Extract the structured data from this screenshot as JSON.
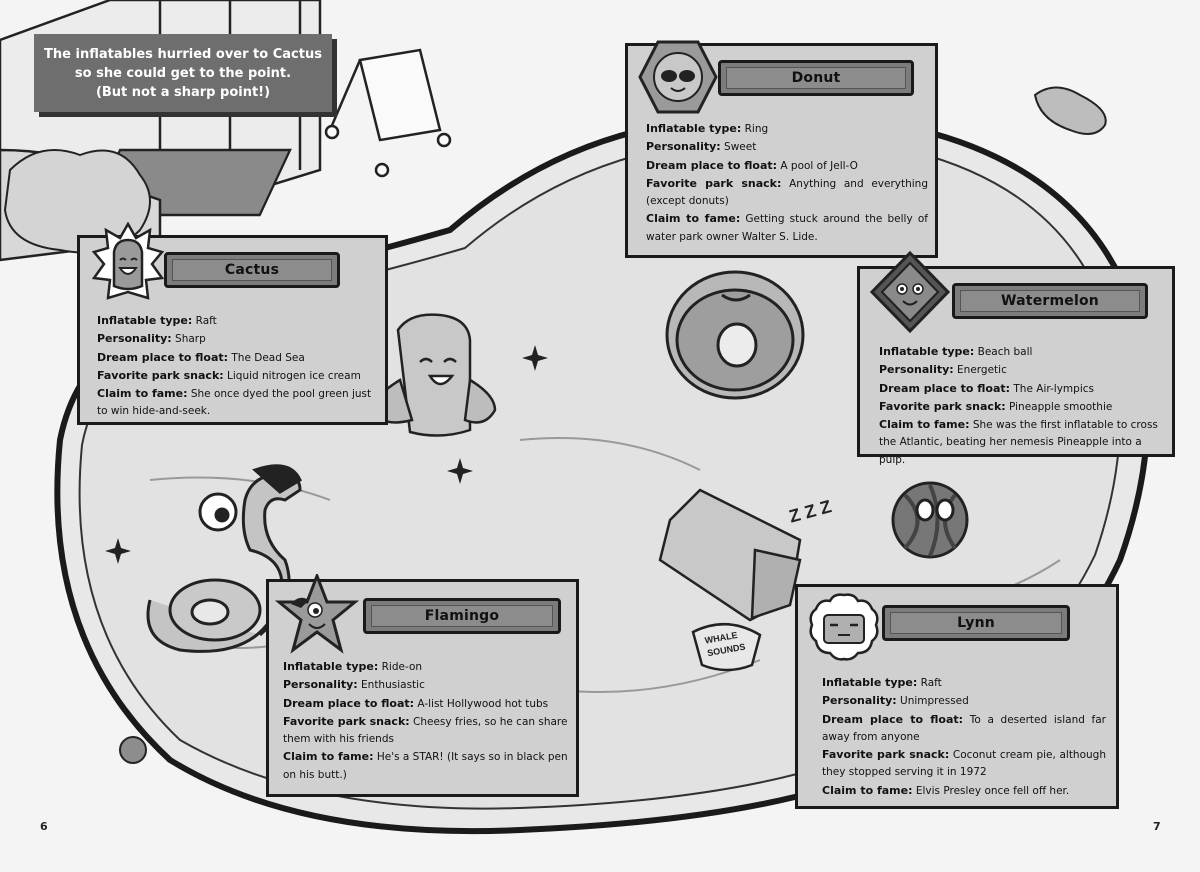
{
  "caption": {
    "line1": "The inflatables hurried over to Cactus",
    "line2": "so she could get to the point.",
    "line3": "(But not a sharp point!)"
  },
  "labels": {
    "type": "Inflatable type:",
    "personality": "Personality:",
    "dream": "Dream place to float:",
    "snack": "Favorite park snack:",
    "fame": "Claim to fame:"
  },
  "cards": {
    "cactus": {
      "name": "Cactus",
      "type": "Raft",
      "personality": "Sharp",
      "dream": "The Dead Sea",
      "snack": "Liquid nitrogen ice cream",
      "fame": "She once dyed the pool green just to win hide-and-seek."
    },
    "donut": {
      "name": "Donut",
      "type": "Ring",
      "personality": "Sweet",
      "dream": "A pool of Jell-O",
      "snack": "Anything and everything (except donuts)",
      "fame": "Getting stuck around the belly of water park owner Walter S. Lide."
    },
    "watermelon": {
      "name": "Watermelon",
      "type": "Beach ball",
      "personality": "Energetic",
      "dream": "The Air-lympics",
      "snack": "Pineapple smoothie",
      "fame": "She was the first inflatable to cross the Atlantic, beating her nemesis Pineapple into a pulp."
    },
    "flamingo": {
      "name": "Flamingo",
      "type": "Ride-on",
      "personality": "Enthusiastic",
      "dream": "A-list Hollywood hot tubs",
      "snack": "Cheesy fries, so he can share them with his friends",
      "fame": "He's a STAR! (It says so in black pen on his butt.)"
    },
    "lynn": {
      "name": "Lynn",
      "type": "Raft",
      "personality": "Unimpressed",
      "dream": "To a deserted island far away from anyone",
      "snack": "Coconut cream pie, although they stopped serving it in 1972",
      "fame": "Elvis Presley once fell off her."
    }
  },
  "illustration": {
    "zzz_text": "Z Z Z",
    "bucket_line1": "WHALE",
    "bucket_line2": "SOUNDS"
  },
  "page_numbers": {
    "left": "6",
    "right": "7"
  },
  "colors": {
    "card_bg": "#d0d0d0",
    "banner": "#7c7c7c",
    "caption_bg": "#6e6e6e",
    "water": "#e6e6e6"
  }
}
